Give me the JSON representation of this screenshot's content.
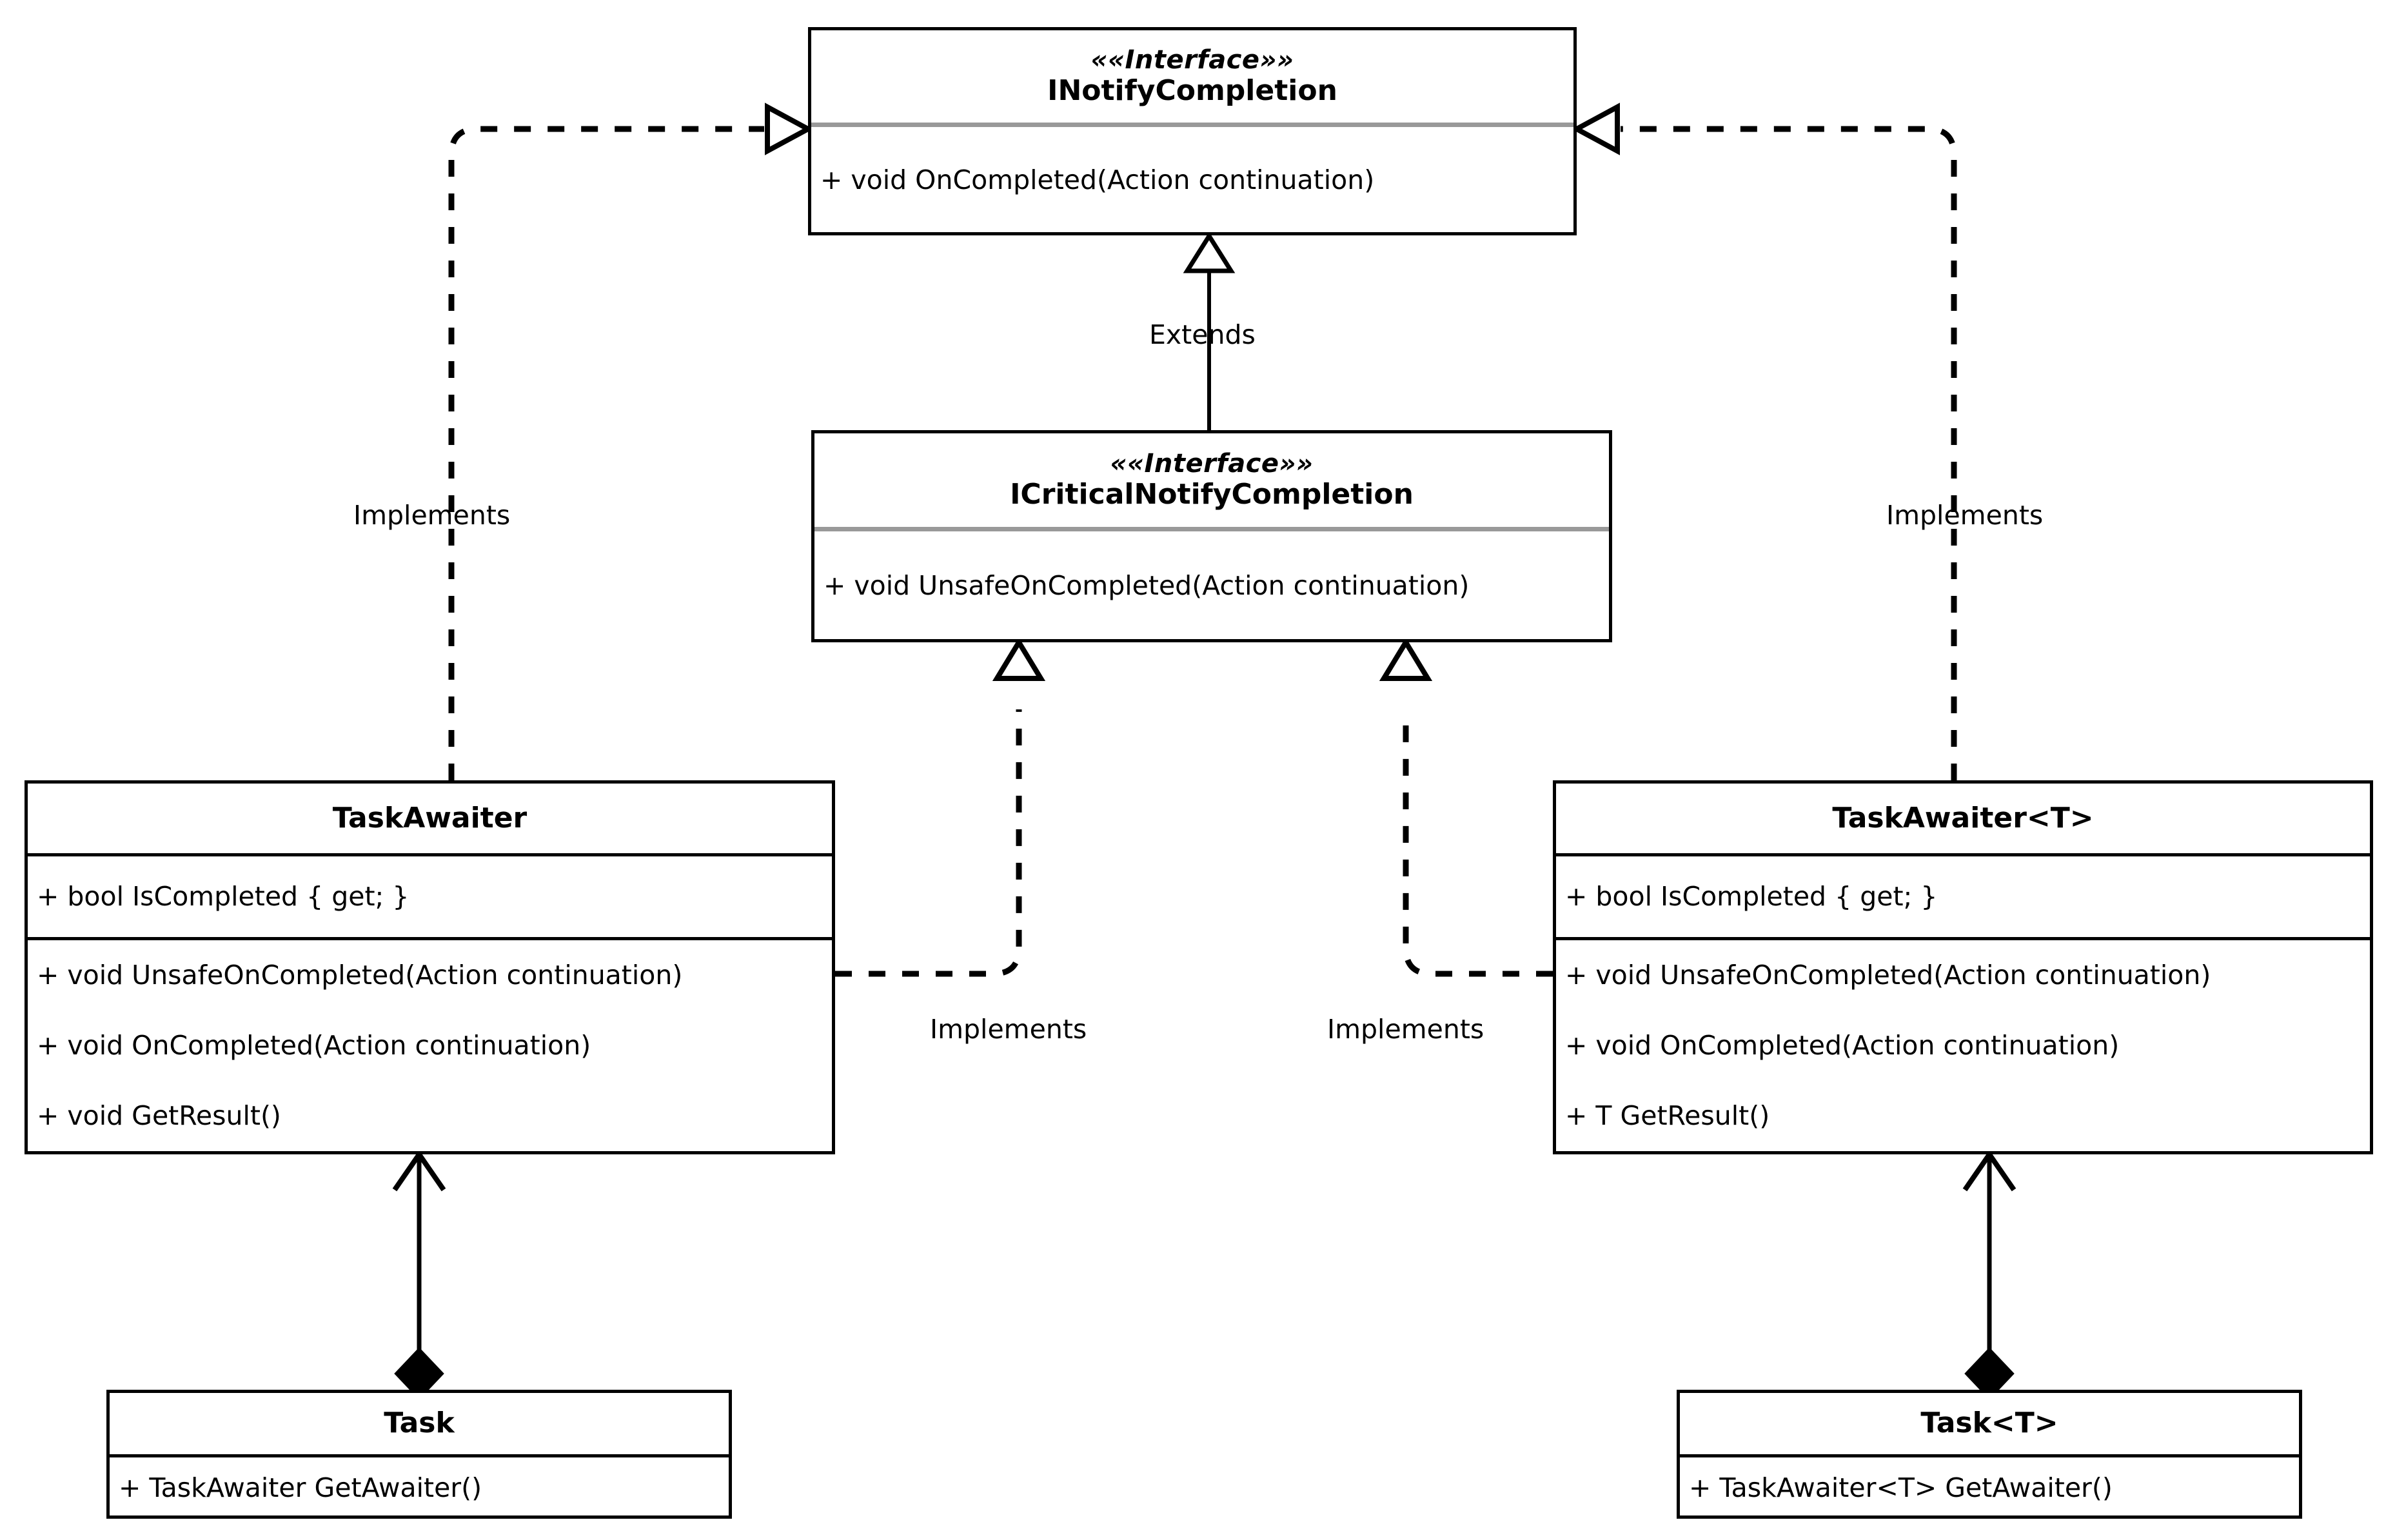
{
  "diagram": {
    "title": "TaskAwaiter UML class diagram",
    "type": "uml-class-diagram",
    "background_color": "#ffffff",
    "line_color": "#000000",
    "divider_color": "#999999"
  },
  "classes": {
    "inotify_completion": {
      "stereotype": "««Interface»»",
      "name": "INotifyCompletion",
      "methods": [
        "+ void OnCompleted(Action continuation)"
      ]
    },
    "icritical_notify_completion": {
      "stereotype": "««Interface»»",
      "name": "ICriticalNotifyCompletion",
      "methods": [
        "+ void UnsafeOnCompleted(Action continuation)"
      ]
    },
    "task_awaiter": {
      "name": "TaskAwaiter",
      "properties": [
        "+ bool IsCompleted { get; }"
      ],
      "methods": [
        "+ void UnsafeOnCompleted(Action continuation)",
        "+ void OnCompleted(Action continuation)",
        "+ void GetResult()"
      ]
    },
    "task_awaiter_t": {
      "name": "TaskAwaiter<T>",
      "properties": [
        "+ bool IsCompleted { get; }"
      ],
      "methods": [
        "+ void UnsafeOnCompleted(Action continuation)",
        "+ void OnCompleted(Action continuation)",
        "+ T GetResult()"
      ]
    },
    "task": {
      "name": "Task",
      "methods": [
        "+ TaskAwaiter GetAwaiter()"
      ]
    },
    "task_t": {
      "name": "Task<T>",
      "methods": [
        "+ TaskAwaiter<T> GetAwaiter()"
      ]
    }
  },
  "relationships": [
    {
      "id": "extends",
      "label": "Extends",
      "kind": "generalization",
      "line": "solid",
      "arrow": "hollow-triangle",
      "from": "ICriticalNotifyCompletion",
      "to": "INotifyCompletion"
    },
    {
      "id": "implements-left-top",
      "label": "Implements",
      "kind": "realization",
      "line": "dashed",
      "arrow": "hollow-triangle",
      "from": "TaskAwaiter",
      "to": "INotifyCompletion"
    },
    {
      "id": "implements-right-top",
      "label": "Implements",
      "kind": "realization",
      "line": "dashed",
      "arrow": "hollow-triangle",
      "from": "TaskAwaiter<T>",
      "to": "INotifyCompletion"
    },
    {
      "id": "implements-left-mid",
      "label": "Implements",
      "kind": "realization",
      "line": "dashed",
      "arrow": "hollow-triangle",
      "from": "TaskAwaiter",
      "to": "ICriticalNotifyCompletion"
    },
    {
      "id": "implements-right-mid",
      "label": "Implements",
      "kind": "realization",
      "line": "dashed",
      "arrow": "hollow-triangle",
      "from": "TaskAwaiter<T>",
      "to": "ICriticalNotifyCompletion"
    },
    {
      "id": "composition-left",
      "label": "",
      "kind": "composition",
      "line": "solid",
      "arrow": "filled-diamond",
      "from": "Task",
      "to": "TaskAwaiter"
    },
    {
      "id": "composition-right",
      "label": "",
      "kind": "composition",
      "line": "solid",
      "arrow": "filled-diamond",
      "from": "Task<T>",
      "to": "TaskAwaiter<T>"
    }
  ],
  "edge_labels": {
    "extends": "Extends",
    "implements_left_top": "Implements",
    "implements_right_top": "Implements",
    "implements_left_mid": "Implements",
    "implements_right_mid": "Implements"
  }
}
